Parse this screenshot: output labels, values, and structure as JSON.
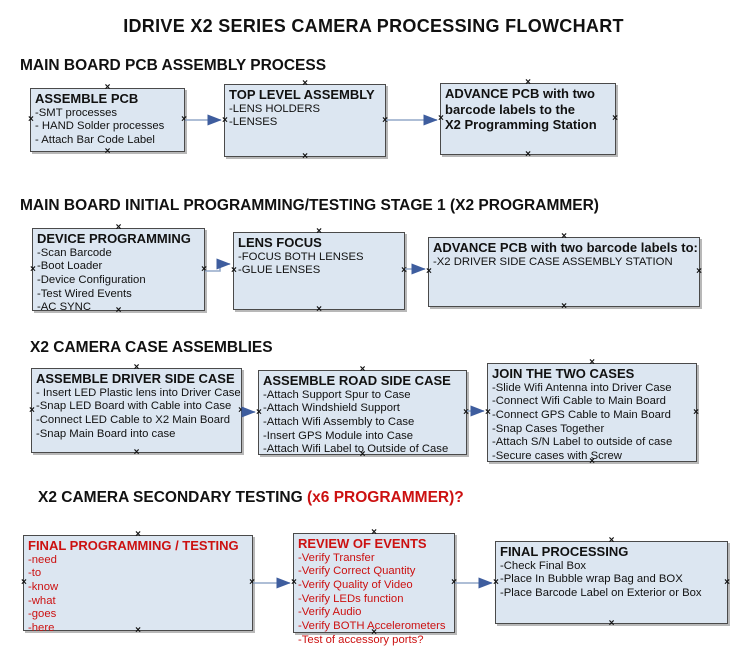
{
  "title": "IDRIVE X2  SERIES CAMERA PROCESSING FLOWCHART",
  "anchor_glyph": "×",
  "colors": {
    "box_fill": "#dce6f1",
    "box_border": "#4a4a4a",
    "arrow_line": "#93a9c9",
    "arrow_head": "#3e5d9e",
    "red_text": "#cc1111",
    "black_text": "#111111"
  },
  "sections": [
    {
      "id": "pcb-assembly",
      "heading": "MAIN BOARD PCB ASSEMBLY PROCESS",
      "heading_suffix": "",
      "boxes": [
        {
          "id": "assemble-pcb",
          "title": "ASSEMBLE PCB",
          "color": "black",
          "lines": [
            "-SMT processes",
            "- HAND Solder processes",
            "- Attach Bar Code Label"
          ]
        },
        {
          "id": "top-level-assembly",
          "title": "TOP LEVEL ASSEMBLY",
          "color": "black",
          "lines": [
            "-LENS HOLDERS",
            "-LENSES"
          ]
        },
        {
          "id": "advance-pcb-programming",
          "title": "ADVANCE PCB with two",
          "color": "black",
          "lines_bold": true,
          "lines": [
            "barcode labels to the",
            " X2 Programming Station"
          ]
        }
      ]
    },
    {
      "id": "initial-programming",
      "heading": "MAIN BOARD INITIAL PROGRAMMING/TESTING STAGE 1 (X2 PROGRAMMER)",
      "heading_suffix": "",
      "boxes": [
        {
          "id": "device-programming",
          "title": "DEVICE PROGRAMMING",
          "color": "black",
          "lines": [
            "-Scan Barcode",
            "-Boot Loader",
            "-Device Configuration",
            "-Test Wired Events",
            "-AC SYNC"
          ]
        },
        {
          "id": "lens-focus",
          "title": "LENS FOCUS",
          "color": "black",
          "lines": [
            "-FOCUS BOTH LENSES",
            "-GLUE LENSES"
          ]
        },
        {
          "id": "advance-pcb-driver-side",
          "title": "ADVANCE PCB with two barcode labels to:",
          "color": "black",
          "lines": [
            "-X2 DRIVER  SIDE  CASE  ASSEMBLY STATION"
          ]
        }
      ]
    },
    {
      "id": "case-assemblies",
      "heading": "X2 CAMERA CASE ASSEMBLIES",
      "heading_suffix": "",
      "boxes": [
        {
          "id": "assemble-driver-side-case",
          "title": "ASSEMBLE DRIVER SIDE CASE",
          "color": "black",
          "lines": [
            "- Insert LED Plastic lens into Driver Case",
            "-Snap LED Board with Cable into Case",
            "-Connect LED Cable to X2 Main Board",
            "-Snap Main Board into case"
          ]
        },
        {
          "id": "assemble-road-side-case",
          "title": "ASSEMBLE ROAD SIDE CASE",
          "color": "black",
          "lines": [
            "-Attach Support Spur to Case",
            "-Attach Windshield Support",
            "-Attach Wifi Assembly to Case",
            "-Insert GPS Module into Case",
            "-Attach Wifi Label to Outside of Case"
          ]
        },
        {
          "id": "join-the-two-cases",
          "title": "JOIN THE TWO CASES",
          "color": "black",
          "lines": [
            "-Slide Wifi Antenna into Driver Case",
            "-Connect Wifi Cable to Main Board",
            "-Connect GPS Cable to Main Board",
            "-Snap Cases Together",
            "-Attach S/N Label to outside of case",
            "-Secure cases with Screw"
          ]
        }
      ]
    },
    {
      "id": "secondary-testing",
      "heading": "X2 CAMERA SECONDARY TESTING ",
      "heading_suffix": "(x6 PROGRAMMER)?",
      "boxes": [
        {
          "id": "final-programming-testing",
          "title": "FINAL PROGRAMMING / TESTING",
          "color": "red",
          "lines": [
            "-need",
            "-to",
            "-know",
            "-what",
            "-goes",
            "-here"
          ]
        },
        {
          "id": "review-of-events",
          "title": "REVIEW OF EVENTS",
          "color": "red",
          "lines": [
            "-Verify Transfer",
            "-Verify Correct Quantity",
            "-Verify Quality of Video",
            "-Verify LEDs function",
            "-Verify Audio",
            "-Verify BOTH Accelerometers",
            "-Test of accessory ports?"
          ]
        },
        {
          "id": "final-processing",
          "title": "FINAL PROCESSING",
          "color": "black",
          "lines": [
            " -Check Final Box",
            "-Place In Bubble wrap Bag and BOX",
            "-Place Barcode Label on Exterior or Box"
          ]
        }
      ]
    }
  ],
  "connectors": [
    {
      "from": "assemble-pcb",
      "to": "top-level-assembly"
    },
    {
      "from": "top-level-assembly",
      "to": "advance-pcb-programming"
    },
    {
      "from": "device-programming",
      "to": "lens-focus"
    },
    {
      "from": "lens-focus",
      "to": "advance-pcb-driver-side"
    },
    {
      "from": "assemble-driver-side-case",
      "to": "assemble-road-side-case"
    },
    {
      "from": "assemble-road-side-case",
      "to": "join-the-two-cases"
    },
    {
      "from": "final-programming-testing",
      "to": "review-of-events"
    },
    {
      "from": "review-of-events",
      "to": "final-processing"
    }
  ]
}
